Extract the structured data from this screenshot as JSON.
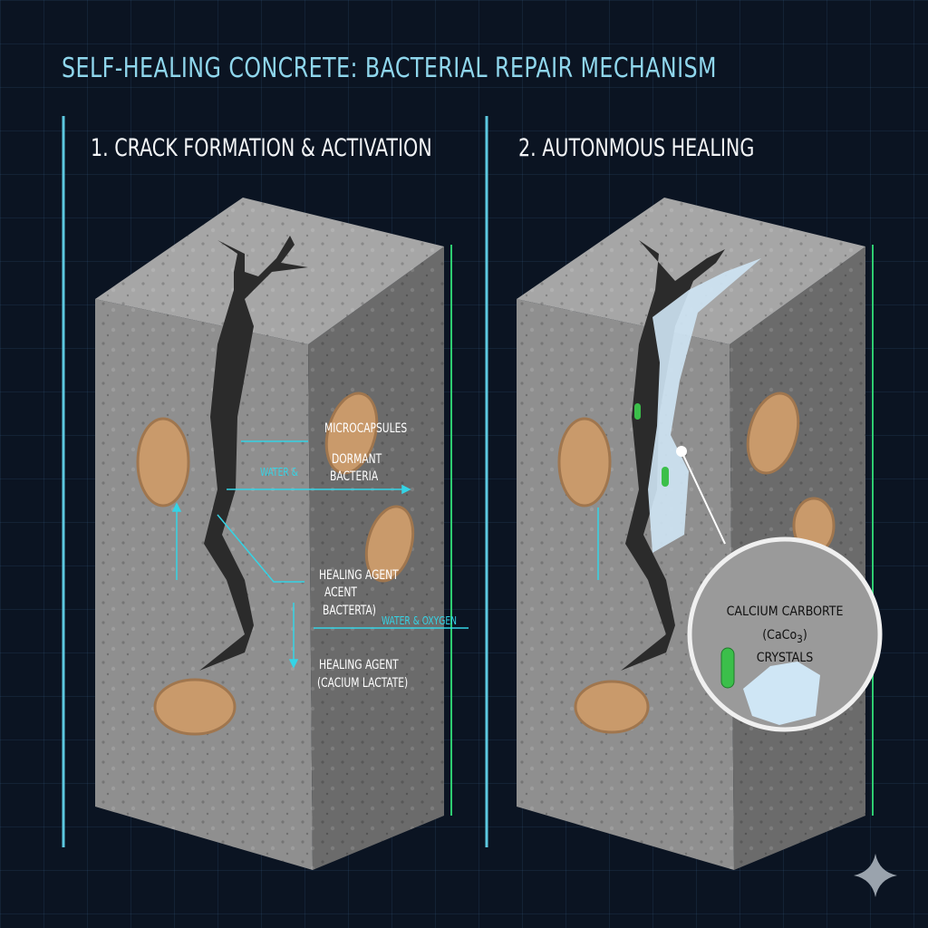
{
  "title": "SELF-HEALING CONCRETE: BACTERIAL REPAIR MECHANISM",
  "panels": [
    {
      "heading": "1. CRACK FORMATION & ACTIVATION",
      "labels": {
        "microcapsules": "MICROCAPSULES",
        "dormant": "DORMANT",
        "bacteria": "BACTERIA",
        "water_short": "WATER &",
        "healing_agent_1": "HEALING AGENT",
        "acent": "ACENT",
        "bacterta": "BACTERTA)",
        "water_oxygen": "WATER & OXYGEN",
        "healing_agent_2": "HEALING AGENT",
        "calcium_lactate": "(CACIUM LACTATE)"
      }
    },
    {
      "heading": "2. AUTONMOUS HEALING",
      "callout": {
        "line1": "CALCIUM CARBORTE",
        "formula": "(CaCo",
        "sub": "3",
        "formula_end": ")",
        "line3": "CRYSTALS"
      }
    }
  ],
  "colors": {
    "accent": "#34d4e6",
    "title": "#8fd6ec",
    "background": "#0b1422",
    "green": "#2ecc71"
  }
}
